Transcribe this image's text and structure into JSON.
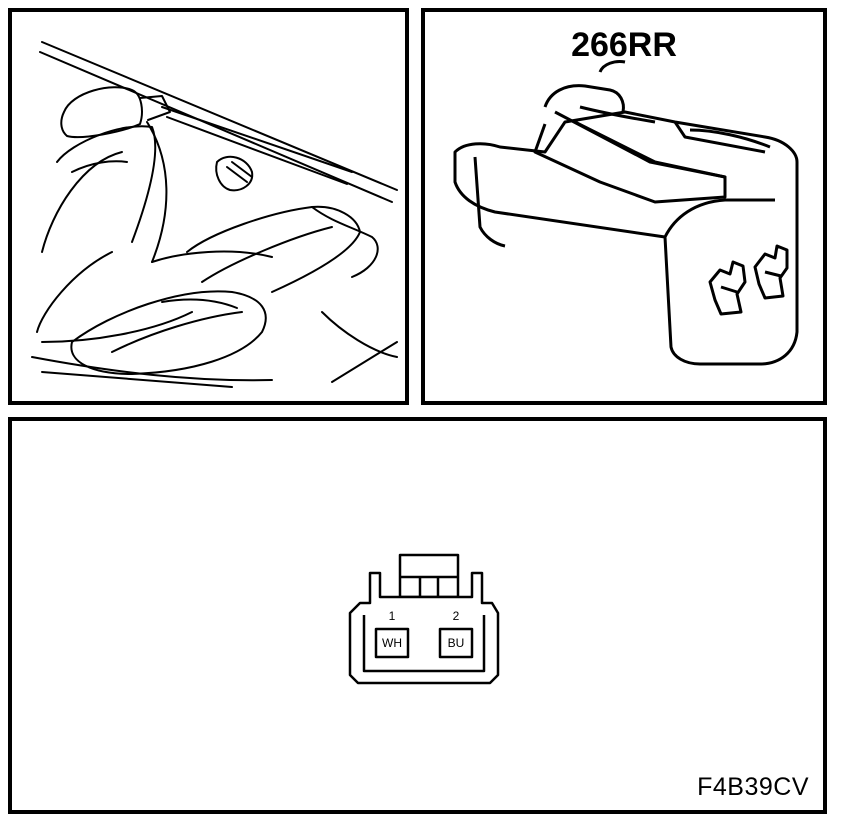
{
  "connector": {
    "code": "266RR"
  },
  "terminal_face": {
    "pins": [
      {
        "number": "1",
        "color": "WH"
      },
      {
        "number": "2",
        "color": "BU"
      }
    ]
  },
  "figure": {
    "id": "F4B39CV"
  }
}
